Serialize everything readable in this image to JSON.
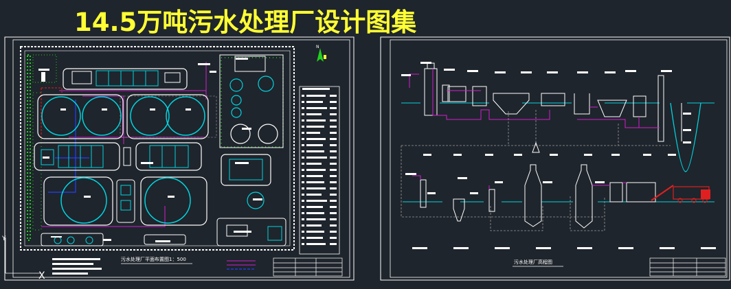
{
  "title": "14.5万吨污水处理厂设计图集",
  "left_sheet": {
    "caption": "污水处理厂平面布置图1：500"
  },
  "right_sheet": {
    "caption": "污水处理厂高程图"
  },
  "north_arrow": "N",
  "ucs": {
    "y": "Y",
    "x": "X"
  },
  "colors": {
    "title": "#ffff33",
    "background": "#1f252c",
    "linework": "#ffffff",
    "water": "#00d4e0",
    "pipe_magenta": "#d020d0",
    "pipe_blue": "#2040ff",
    "tree": "#20d020",
    "red": "#e02020"
  }
}
